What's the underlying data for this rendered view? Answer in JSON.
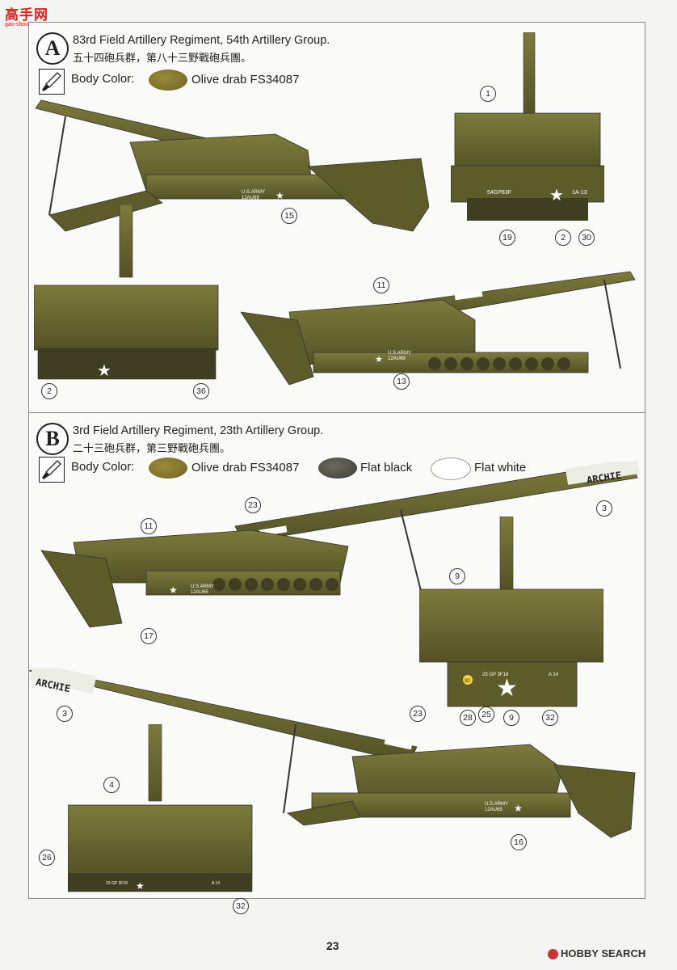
{
  "logo": {
    "chars": "高手网",
    "url": "gao-shou.com"
  },
  "page_number": "23",
  "watermark": "HOBBY SEARCH",
  "colors": {
    "olive_drab": "#6b6a2c",
    "flat_black": "#4a4a40",
    "flat_white": "#ffffff"
  },
  "schemes": [
    {
      "letter": "A",
      "title": "83rd Field Artillery Regiment, 54th Artillery Group.",
      "title_cn": "五十四砲兵群，第八十三野戰砲兵團。",
      "body_color_label": "Body Color:",
      "colors": [
        {
          "name": "Olive drab FS34087"
        }
      ],
      "markings": {
        "side_code": "12AU69",
        "usa": "U.S.ARMY",
        "rear_left": "54GP83F",
        "rear_right": "1A-13"
      },
      "callouts": [
        "1",
        "15",
        "19",
        "2",
        "30",
        "11",
        "13",
        "2",
        "36"
      ]
    },
    {
      "letter": "B",
      "title": "3rd Field Artillery Regiment, 23th Artillery Group.",
      "title_cn": "二十三砲兵群，第三野戰砲兵團。",
      "body_color_label": "Body Color:",
      "colors": [
        {
          "name": "Olive drab FS34087"
        },
        {
          "name": "Flat black"
        },
        {
          "name": "Flat white"
        }
      ],
      "markings": {
        "barrel_name": "ARCHIE",
        "side_code": "12AU65",
        "usa": "U.S.ARMY",
        "rear_left": "23 GP 3F18",
        "rear_right": "A 14",
        "number": "30"
      },
      "callouts": [
        "23",
        "3",
        "11",
        "17",
        "9",
        "28",
        "25",
        "9",
        "32",
        "3",
        "23",
        "4",
        "26",
        "16",
        "32"
      ]
    }
  ]
}
